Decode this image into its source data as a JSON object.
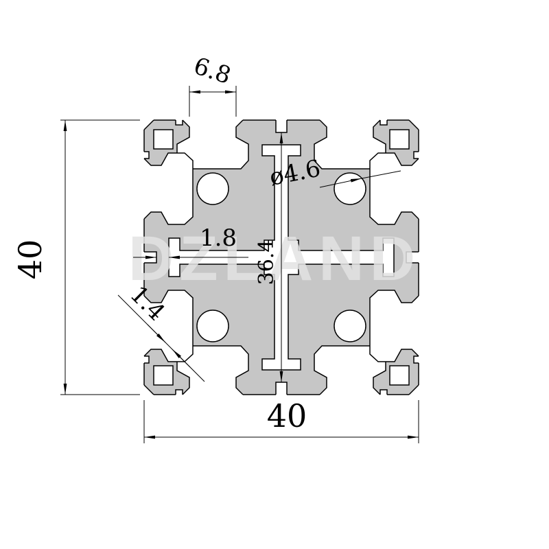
{
  "drawing": {
    "watermark": "DZLAND",
    "colors": {
      "profile_fill": "#c6c6c6",
      "outline": "#000000",
      "background": "#ffffff",
      "dimension_color": "#000000",
      "watermark_color": "#e3e3e3"
    },
    "dimensions": {
      "overall_width": "40",
      "overall_height": "40",
      "slot_opening": "6.8",
      "hole_diameter": "ø4.6",
      "wall_thickness": "1.8",
      "inner_span": "36.4",
      "corner_lip": "1.4"
    }
  }
}
